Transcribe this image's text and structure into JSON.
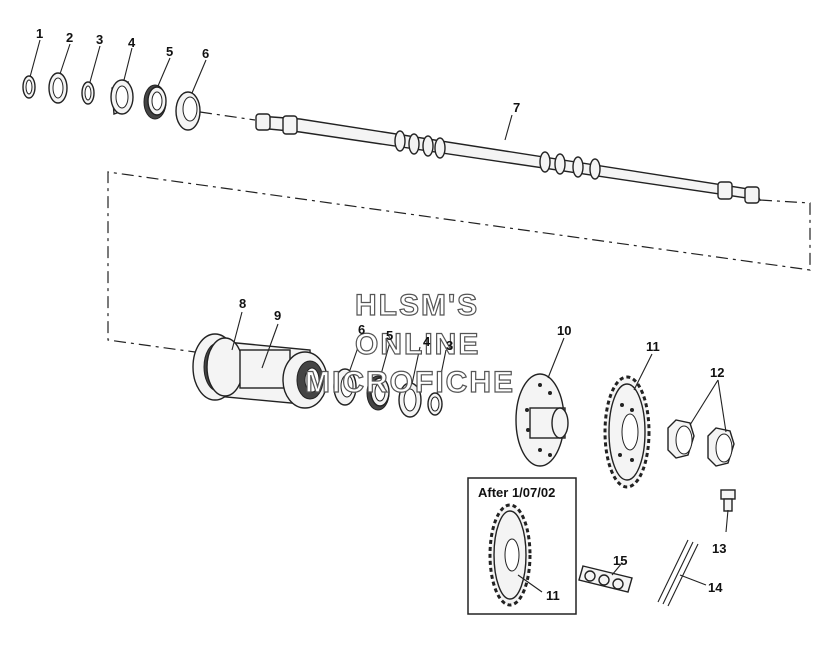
{
  "callouts": {
    "c1": "1",
    "c2": "2",
    "c3": "3",
    "c4": "4",
    "c5": "5",
    "c6": "6",
    "c7": "7",
    "c8": "8",
    "c9": "9",
    "c6b": "6",
    "c5b": "5",
    "c4b": "4",
    "c3b": "3",
    "c10": "10",
    "c11": "11",
    "c12": "12",
    "c13": "13",
    "c14": "14",
    "c15": "15",
    "c11b": "11"
  },
  "watermark": {
    "line1": "HLSM'S",
    "line2": "ONLINE",
    "line3": "MICROFICHE"
  },
  "inset": {
    "title": "After 1/07/02"
  }
}
